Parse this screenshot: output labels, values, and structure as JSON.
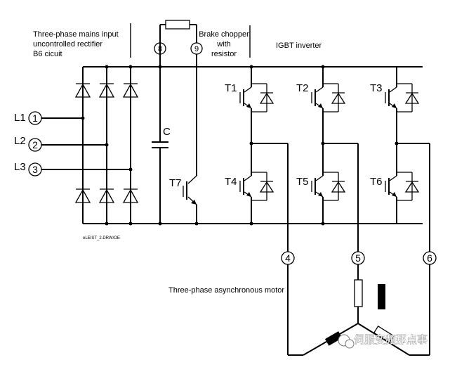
{
  "sections": {
    "rectifier_title": [
      "Three-phase mains input",
      "uncontrolled rectifier",
      "B6 cicuit"
    ],
    "chopper_title": [
      "Brake chopper",
      "with",
      "resistor"
    ],
    "inverter_title": "IGBT inverter",
    "motor_title": "Three-phase asynchronous motor"
  },
  "phases": {
    "names": [
      "L1",
      "L2",
      "L3"
    ],
    "terminals": [
      "1",
      "2",
      "3"
    ]
  },
  "capacitor_label": "C",
  "chopper_terminals": [
    "8",
    "9"
  ],
  "transistors": {
    "chopper": "T7",
    "upper": [
      "T1",
      "T2",
      "T3"
    ],
    "lower": [
      "T4",
      "T5",
      "T6"
    ]
  },
  "motor_terminals": [
    "4",
    "5",
    "6"
  ],
  "drawing_code": "eLEIST_2.DRW/OE",
  "watermark": "伺服变频那点事"
}
